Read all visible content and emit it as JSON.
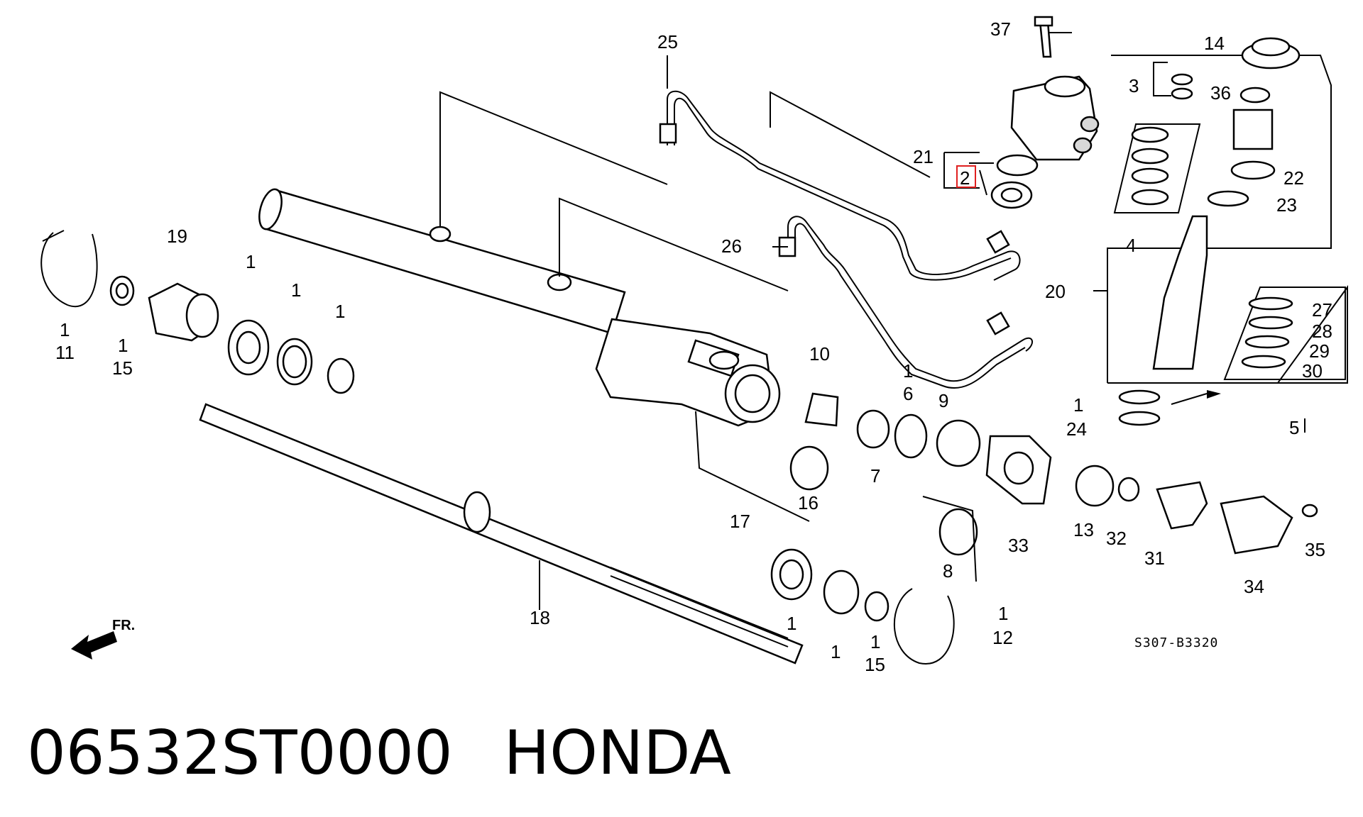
{
  "diagram": {
    "drawing_code": "S307-B3320",
    "front_marker": "FR.",
    "highlighted_callout": "2",
    "highlight_color": "#e02020",
    "callouts": {
      "c1_11a": "1",
      "c11": "11",
      "c1_15a": "1",
      "c15a": "15",
      "c19": "19",
      "c1_a": "1",
      "c1_b": "1",
      "c1_c": "1",
      "c25": "25",
      "c26": "26",
      "c37": "37",
      "c21": "21",
      "c2": "2",
      "c14": "14",
      "c3": "3",
      "c36": "36",
      "c22": "22",
      "c23": "23",
      "c4": "4",
      "c20": "20",
      "c27": "27",
      "c28": "28",
      "c29": "29",
      "c30": "30",
      "c5": "5",
      "c1_24": "1",
      "c24": "24",
      "c10": "10",
      "c1_6": "1",
      "c6": "6",
      "c9": "9",
      "c7": "7",
      "c16": "16",
      "c17": "17",
      "c33": "33",
      "c13": "13",
      "c32": "32",
      "c31": "31",
      "c34": "34",
      "c35": "35",
      "c8": "8",
      "c18": "18",
      "c1_d": "1",
      "c1_e": "1",
      "c1_15b": "1",
      "c15b": "15",
      "c1_12": "1",
      "c12": "12"
    }
  },
  "caption": {
    "part_number": "06532ST0000",
    "brand": "HONDA"
  }
}
